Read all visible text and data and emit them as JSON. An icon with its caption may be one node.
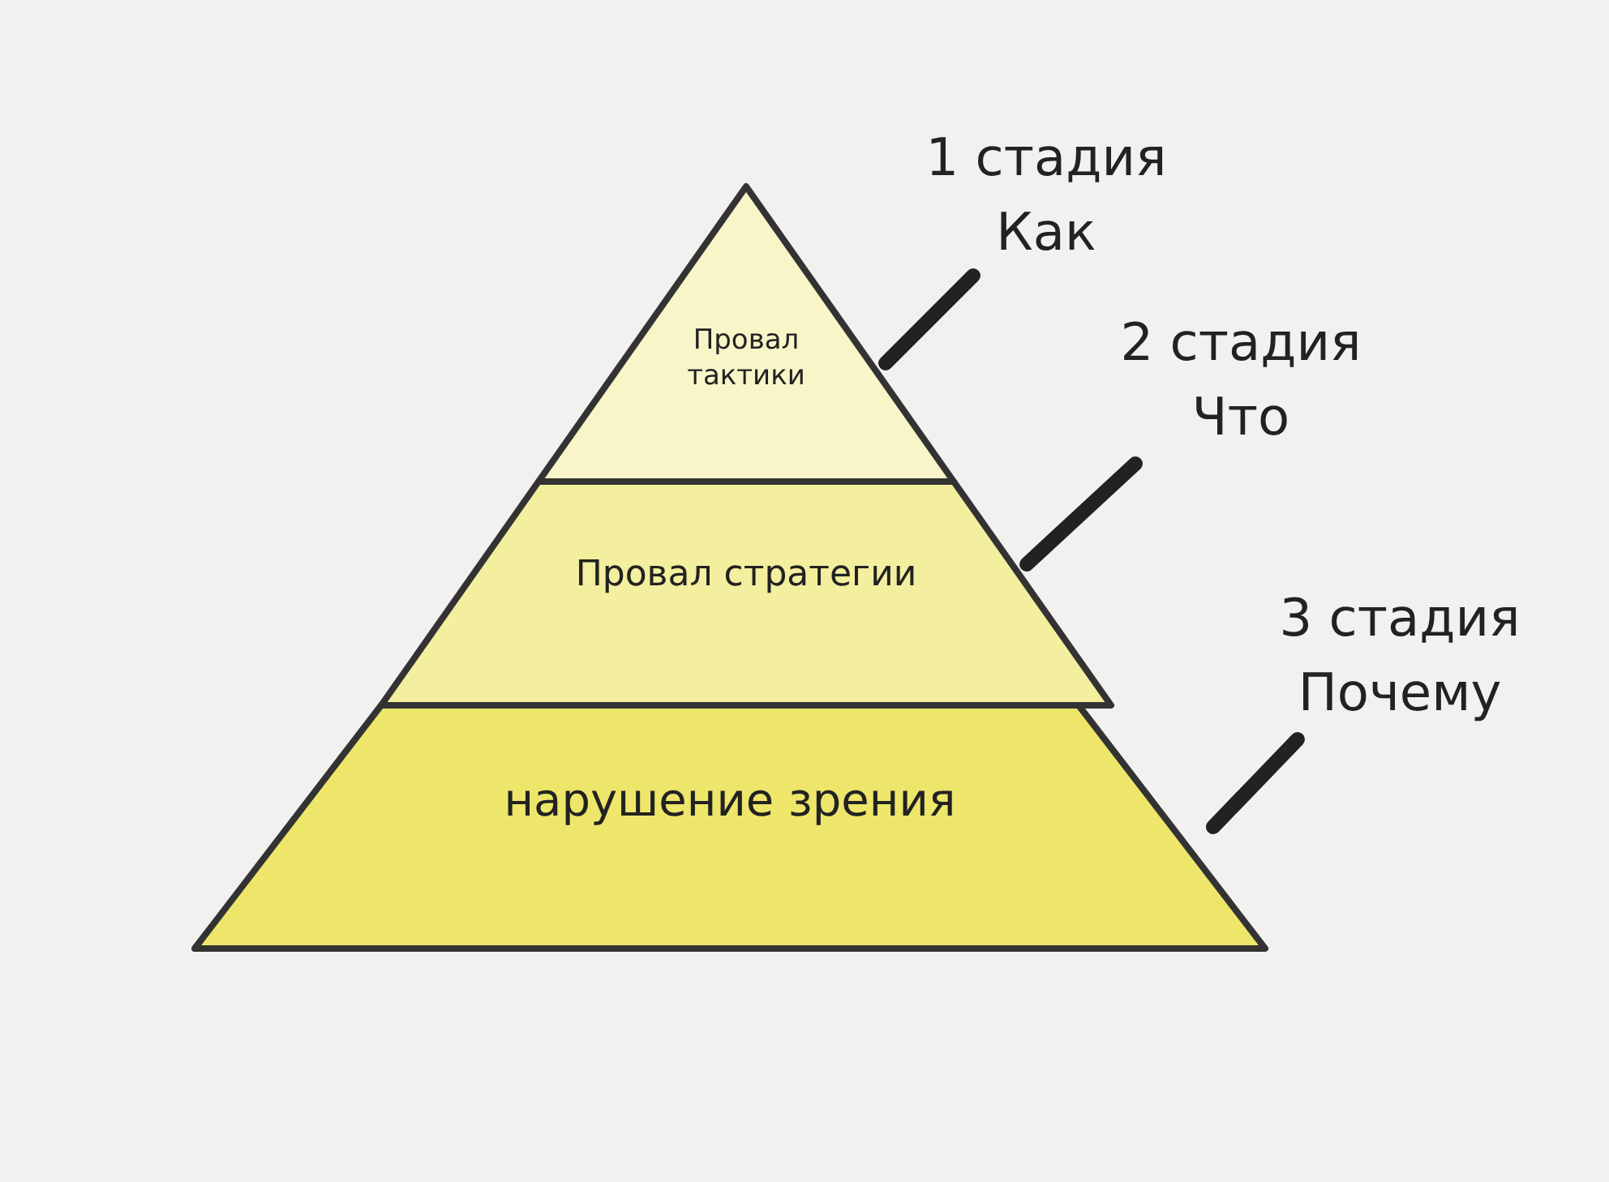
{
  "diagram": {
    "nodes": [
      {
        "text": [
          "Провал тактики"
        ]
      },
      {
        "text": [
          "Провал стратегии"
        ]
      },
      {
        "text": [
          "нарушение зрения"
        ]
      },
      {
        "text": [
          "1 стадия",
          "Как"
        ]
      },
      {
        "text": [
          "2 стадия",
          "Что"
        ]
      },
      {
        "text": [
          "3 стадия",
          "Почему"
        ]
      }
    ],
    "edges": [
      {
        "from": 3,
        "to": 0,
        "arrow": "none"
      },
      {
        "from": 4,
        "to": 1,
        "arrow": "none"
      },
      {
        "from": 5,
        "to": 2,
        "arrow": "none"
      }
    ]
  }
}
